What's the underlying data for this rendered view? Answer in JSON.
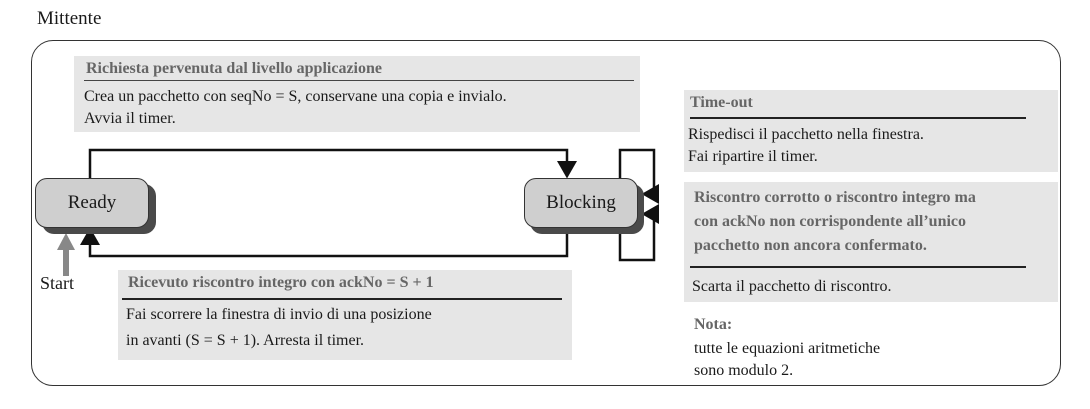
{
  "title": "Mittente",
  "states": {
    "ready": "Ready",
    "blocking": "Blocking",
    "start": "Start"
  },
  "boxes": {
    "request": {
      "heading": "Richiesta pervenuta dal livello applicazione",
      "line1": "Crea un pacchetto con seqNo = S, conservane una copia e invialo.",
      "line2": "Avvia il timer."
    },
    "timeout": {
      "heading": "Time-out",
      "line1": "Rispedisci il pacchetto nella finestra.",
      "line2": "Fai ripartire il timer."
    },
    "corrupt": {
      "heading1": "Riscontro corrotto o riscontro integro ma",
      "heading2": "con ackNo non corrispondente all’unico",
      "heading3": "pacchetto non ancora confermato.",
      "line1": "Scarta il pacchetto di riscontro."
    },
    "ack": {
      "heading": "Ricevuto riscontro integro con ackNo = S + 1",
      "line1": "Fai scorrere la finestra di invio di una posizione",
      "line2": "in avanti (S = S + 1). Arresta il timer."
    },
    "note": {
      "heading": "Nota:",
      "line1": "tutte le equazioni aritmetiche",
      "line2": "sono modulo 2."
    }
  },
  "colors": {
    "box_fill": "#e6e6e6",
    "state_fill": "#cfcfcf",
    "heading_text": "#666666",
    "start_arrow": "#888888"
  }
}
